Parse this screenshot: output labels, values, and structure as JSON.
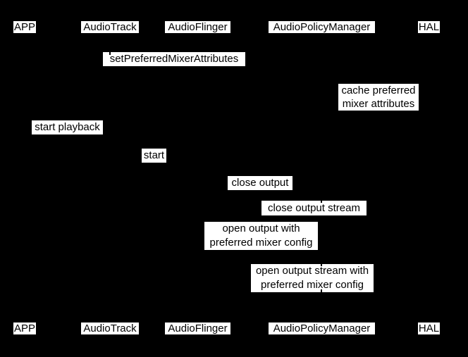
{
  "diagram": {
    "type": "sequence-diagram",
    "colors": {
      "background": "#000000",
      "label_background": "#ffffff",
      "label_text": "#000000"
    },
    "participants": [
      {
        "label": "APP"
      },
      {
        "label": "AudioTrack"
      },
      {
        "label": "AudioFlinger"
      },
      {
        "label": "AudioPolicyManager"
      },
      {
        "label": "HAL"
      }
    ],
    "messages": [
      {
        "label": "setPreferredMixerAttributes"
      },
      {
        "label": "cache preferred\nmixer attributes"
      },
      {
        "label": "start playback"
      },
      {
        "label": "start"
      },
      {
        "label": "close output"
      },
      {
        "label": "close output stream"
      },
      {
        "label": "open output with\npreferred mixer config"
      },
      {
        "label": "open output stream with\npreferred mixer config"
      }
    ]
  }
}
